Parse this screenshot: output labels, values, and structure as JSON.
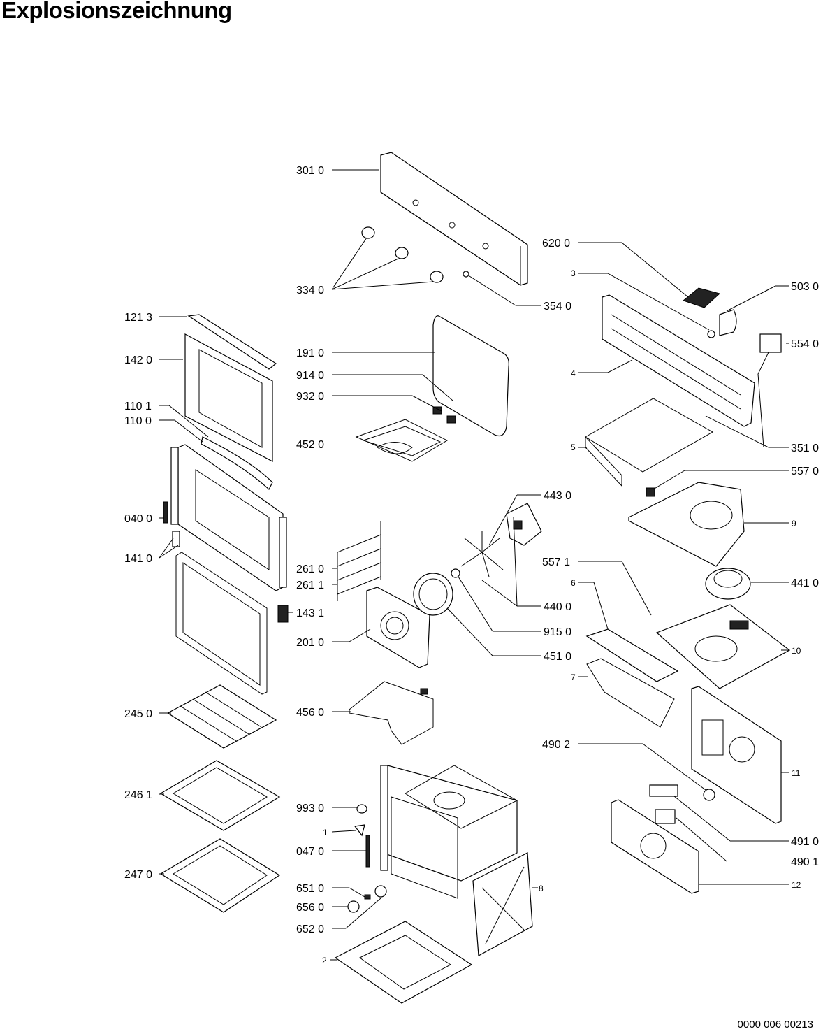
{
  "title": "Explosionszeichnung",
  "document_number": "0000 006 00213",
  "part_labels": {
    "p3010": "301 0",
    "p3340": "334 0",
    "p3540": "354 0",
    "p6200": "620 0",
    "p3": "3",
    "p5030": "503 0",
    "p5540": "554 0",
    "p4": "4",
    "p3510": "351 0",
    "p5": "5",
    "p5570": "557 0",
    "p1213": "121 3",
    "p1420": "142 0",
    "p1101": "110 1",
    "p1100": "110 0",
    "p0400": "040 0",
    "p1410": "141 0",
    "p1431": "143 1",
    "p1910": "191 0",
    "p9140": "914 0",
    "p9320": "932 0",
    "p4520": "452 0",
    "p4430": "443 0",
    "p9": "9",
    "p2610": "261 0",
    "p2611": "261 1",
    "p2010": "201 0",
    "p4400": "440 0",
    "p9150": "915 0",
    "p4510": "451 0",
    "p5571": "557 1",
    "p6": "6",
    "p4410": "441 0",
    "p10": "10",
    "p7": "7",
    "p2450": "245 0",
    "p4560": "456 0",
    "p4902": "490 2",
    "p11": "11",
    "p2461": "246 1",
    "p9930": "993 0",
    "p1": "1",
    "p0470": "047 0",
    "p2470": "247 0",
    "p6510": "651 0",
    "p6560": "656 0",
    "p6520": "652 0",
    "p8": "8",
    "p4910": "491 0",
    "p4901": "490 1",
    "p12": "12",
    "p2": "2"
  }
}
